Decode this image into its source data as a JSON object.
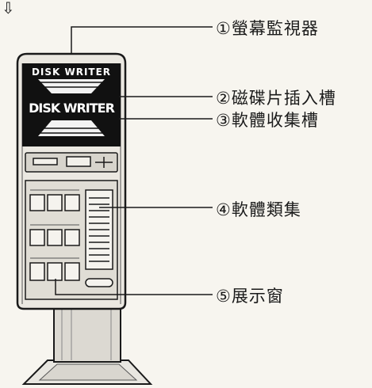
{
  "callouts": [
    {
      "label": "①螢幕監視器",
      "target": "monitor"
    },
    {
      "label": "②磁碟片插入槽",
      "target": "disk-insert-slot"
    },
    {
      "label": "③軟體收集槽",
      "target": "software-collection-slot"
    },
    {
      "label": "④軟體類集",
      "target": "software-categories"
    },
    {
      "label": "⑤展示窗",
      "target": "display-window"
    }
  ],
  "machine": {
    "header_text": "DISK WRITER",
    "screen_logo": "DISK WRITER"
  },
  "top_marker": "⇩",
  "colors": {
    "ink": "#1a1a1a",
    "paper": "#f7f5ef",
    "panel": "#e6e3dc"
  }
}
